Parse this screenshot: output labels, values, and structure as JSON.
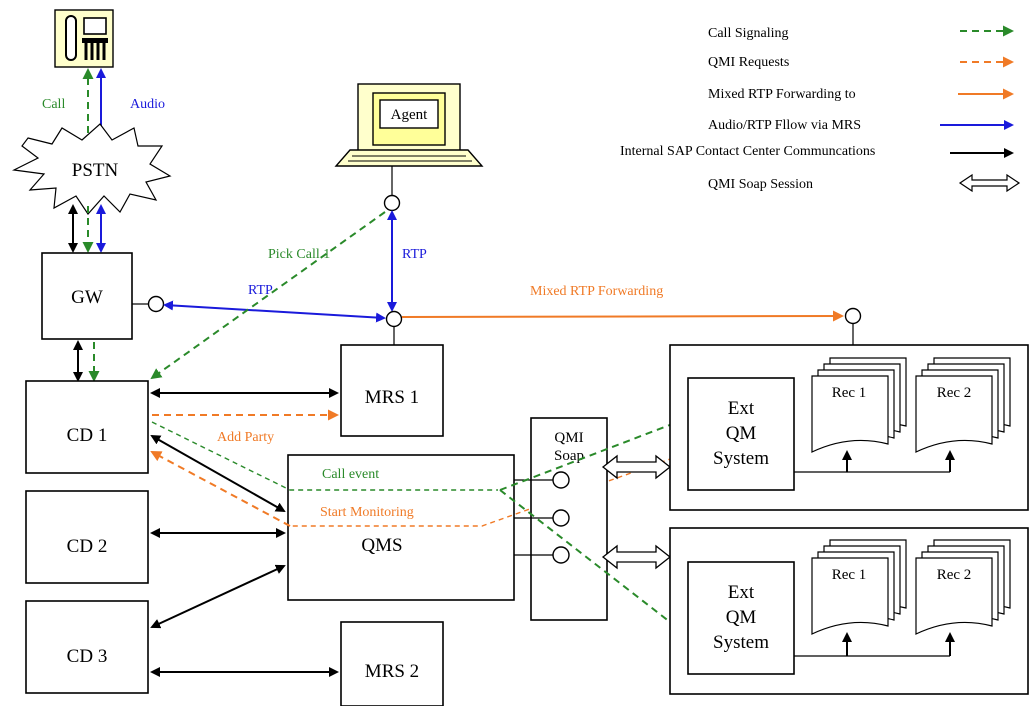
{
  "legend": [
    {
      "label": "Call Signaling",
      "style": "green-dashed"
    },
    {
      "label": "QMI Requests",
      "style": "orange-dashed"
    },
    {
      "label": "Mixed RTP Forwarding to",
      "style": "orange-solid"
    },
    {
      "label": "Audio/RTP Fllow via MRS",
      "style": "blue-solid"
    },
    {
      "label": "Internal SAP Contact Center Communcations",
      "style": "black-solid"
    },
    {
      "label": "QMI Soap Session",
      "style": "double-hollow-arrow"
    }
  ],
  "nodes": {
    "phone": "phone-icon",
    "pstn": "PSTN",
    "agent": "Agent",
    "gw": "GW",
    "cd1": "CD 1",
    "cd2": "CD 2",
    "cd3": "CD 3",
    "mrs1": "MRS 1",
    "mrs2": "MRS 2",
    "qms": "QMS",
    "qmi_soap_1": "QMI",
    "qmi_soap_2": "Soap",
    "ext1": [
      "Ext",
      "QM",
      "System"
    ],
    "ext2": [
      "Ext",
      "QM",
      "System"
    ],
    "rec1": "Rec 1",
    "rec2": "Rec 2"
  },
  "annotations": {
    "call": "Call",
    "audio": "Audio",
    "pick_call": "Pick Call 1",
    "rtp_agent": "RTP",
    "rtp_gw": "RTP",
    "mixed_rtp": "Mixed RTP Forwarding",
    "add_party": "Add Party",
    "call_event": "Call event",
    "start_monitoring": "Start Monitoring"
  },
  "colors": {
    "green": "#2a8a2a",
    "orange": "#f07a26",
    "blue": "#1a1adb",
    "black": "#000000",
    "phone_bg": "#ffffcc"
  }
}
